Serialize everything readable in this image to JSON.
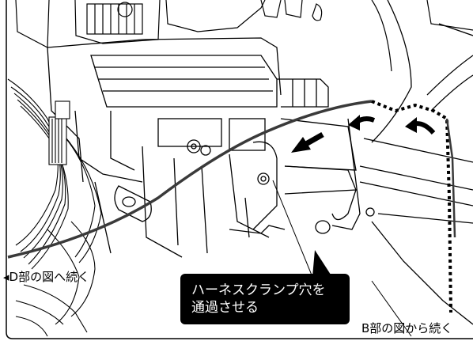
{
  "callout": {
    "line1": "ハーネスクランプ穴を",
    "line2": "通過させる"
  },
  "labels": {
    "left": "◂D部の図へ続く",
    "right": "B部の図から続く"
  },
  "colors": {
    "line": "#000000",
    "cable": "#3a3a3a",
    "callout_bg": "#000000",
    "callout_text": "#ffffff",
    "background": "#ffffff"
  }
}
